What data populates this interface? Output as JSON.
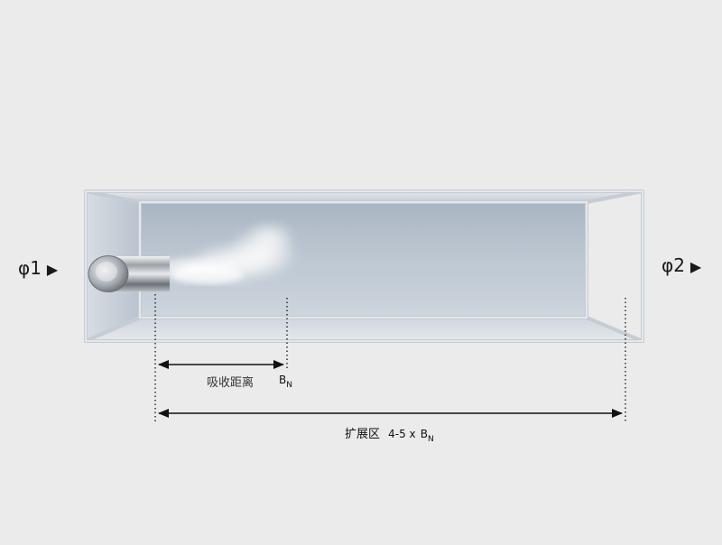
{
  "inlet_label": "φ1",
  "outlet_label": "φ2",
  "arrow_glyph": "▶",
  "absorption": {
    "text": "吸收距离",
    "bn_main": "B",
    "bn_sub": "N"
  },
  "expansion": {
    "text": "扩展区",
    "factor": "4-5 x",
    "bn_main": "B",
    "bn_sub": "N"
  },
  "colors": {
    "background": "#ebebeb",
    "chamber_back": "#b6c1cd",
    "frame": "#c9ced6",
    "dim_line": "#111111"
  }
}
